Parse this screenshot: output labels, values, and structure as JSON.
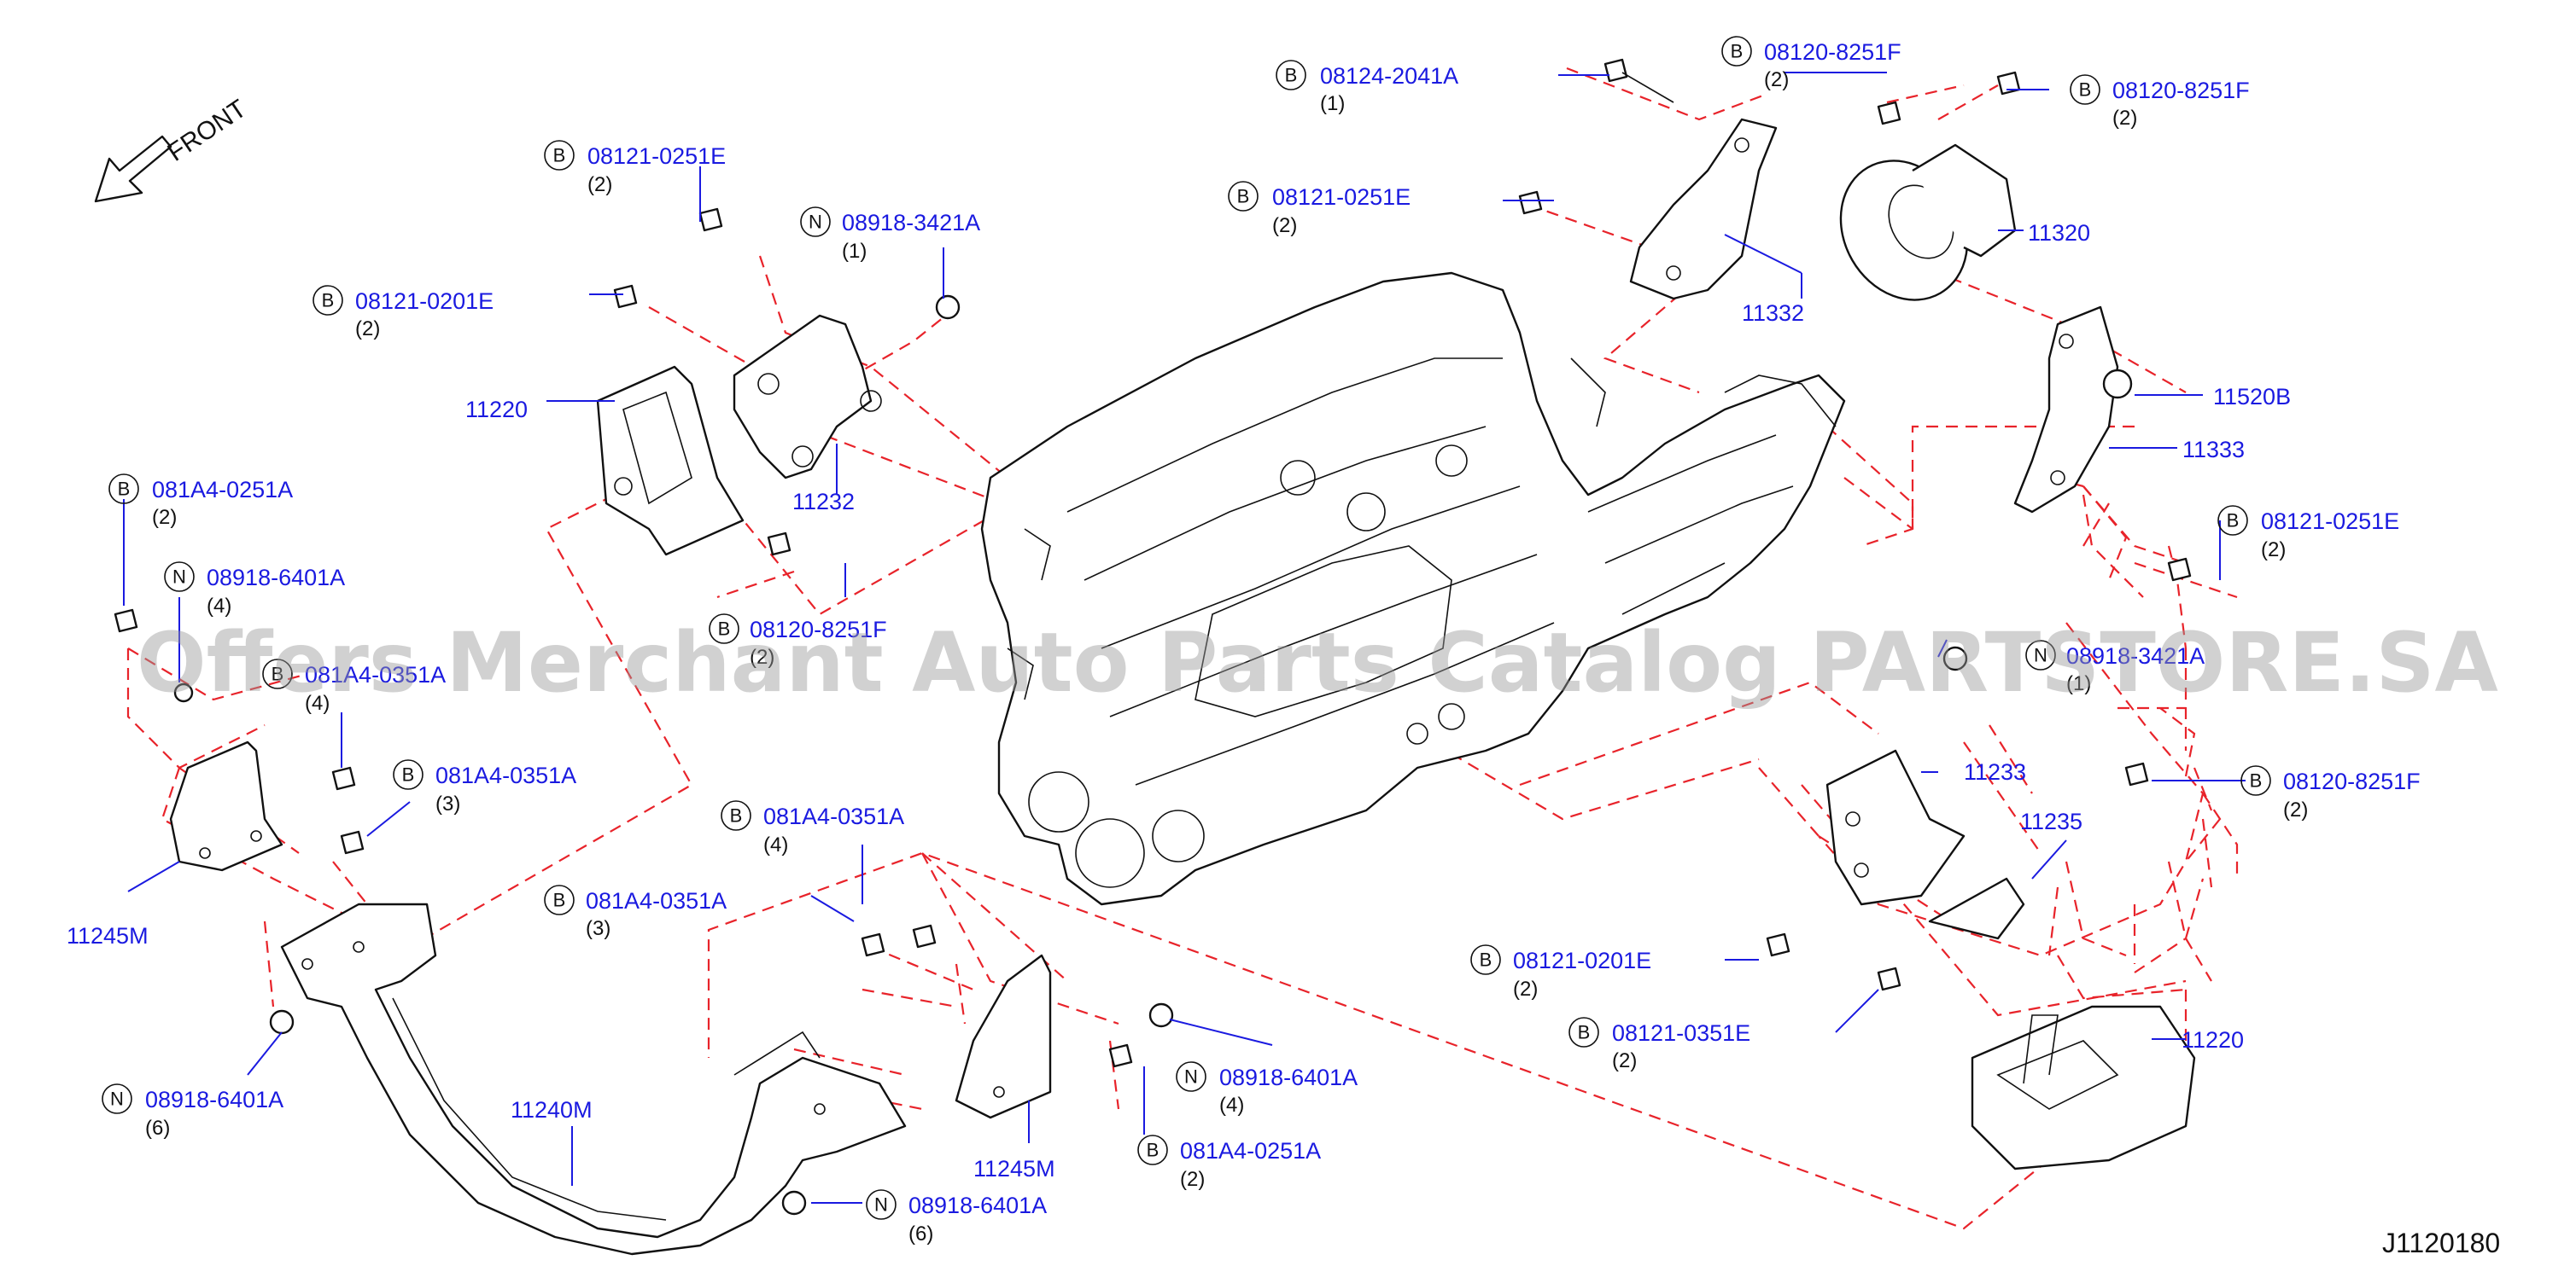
{
  "diagram_id": "J1120180",
  "front_label": "FRONT",
  "watermark": "Offers Merchant Auto Parts Catalog PARTSTORE.SA",
  "colors": {
    "part_number": "#1a1ae0",
    "dash_line": "#e8232a",
    "line_art": "#111111",
    "watermark": "#9a9a9a"
  },
  "callouts": [
    {
      "id": "c1",
      "prefix": "B",
      "part": "08124-2041A",
      "qty": "(1)"
    },
    {
      "id": "c2",
      "prefix": "B",
      "part": "08120-8251F",
      "qty": "(2)"
    },
    {
      "id": "c3",
      "prefix": "B",
      "part": "08120-8251F",
      "qty": "(2)"
    },
    {
      "id": "c4",
      "prefix": "B",
      "part": "08121-0251E",
      "qty": "(2)"
    },
    {
      "id": "c5",
      "prefix": "B",
      "part": "08121-0251E",
      "qty": "(2)"
    },
    {
      "id": "c6",
      "prefix": "N",
      "part": "08918-3421A",
      "qty": "(1)"
    },
    {
      "id": "c7",
      "prefix": "B",
      "part": "08121-0201E",
      "qty": "(2)"
    },
    {
      "id": "c8",
      "prefix": "",
      "part": "11220",
      "qty": ""
    },
    {
      "id": "c9",
      "prefix": "",
      "part": "11232",
      "qty": ""
    },
    {
      "id": "c10",
      "prefix": "",
      "part": "11332",
      "qty": ""
    },
    {
      "id": "c11",
      "prefix": "",
      "part": "11320",
      "qty": ""
    },
    {
      "id": "c12",
      "prefix": "",
      "part": "11520B",
      "qty": ""
    },
    {
      "id": "c13",
      "prefix": "",
      "part": "11333",
      "qty": ""
    },
    {
      "id": "c14",
      "prefix": "B",
      "part": "08121-0251E",
      "qty": "(2)"
    },
    {
      "id": "c15",
      "prefix": "B",
      "part": "081A4-0251A",
      "qty": "(2)"
    },
    {
      "id": "c16",
      "prefix": "N",
      "part": "08918-6401A",
      "qty": "(4)"
    },
    {
      "id": "c17",
      "prefix": "B",
      "part": "08120-8251F",
      "qty": "(2)"
    },
    {
      "id": "c18",
      "prefix": "B",
      "part": "081A4-0351A",
      "qty": "(4)"
    },
    {
      "id": "c19",
      "prefix": "B",
      "part": "081A4-0351A",
      "qty": "(3)"
    },
    {
      "id": "c20",
      "prefix": "N",
      "part": "08918-3421A",
      "qty": "(1)"
    },
    {
      "id": "c21",
      "prefix": "",
      "part": "11233",
      "qty": ""
    },
    {
      "id": "c22",
      "prefix": "",
      "part": "11235",
      "qty": ""
    },
    {
      "id": "c23",
      "prefix": "B",
      "part": "08120-8251F",
      "qty": "(2)"
    },
    {
      "id": "c24",
      "prefix": "",
      "part": "11245M",
      "qty": ""
    },
    {
      "id": "c25",
      "prefix": "B",
      "part": "081A4-0351A",
      "qty": "(4)"
    },
    {
      "id": "c26",
      "prefix": "B",
      "part": "081A4-0351A",
      "qty": "(3)"
    },
    {
      "id": "c27",
      "prefix": "B",
      "part": "08121-0201E",
      "qty": "(2)"
    },
    {
      "id": "c28",
      "prefix": "B",
      "part": "08121-0351E",
      "qty": "(2)"
    },
    {
      "id": "c29",
      "prefix": "",
      "part": "11220",
      "qty": ""
    },
    {
      "id": "c30",
      "prefix": "N",
      "part": "08918-6401A",
      "qty": "(4)"
    },
    {
      "id": "c31",
      "prefix": "N",
      "part": "08918-6401A",
      "qty": "(6)"
    },
    {
      "id": "c32",
      "prefix": "",
      "part": "11240M",
      "qty": ""
    },
    {
      "id": "c33",
      "prefix": "",
      "part": "11245M",
      "qty": ""
    },
    {
      "id": "c34",
      "prefix": "B",
      "part": "081A4-0251A",
      "qty": "(2)"
    },
    {
      "id": "c35",
      "prefix": "N",
      "part": "08918-6401A",
      "qty": "(6)"
    }
  ]
}
